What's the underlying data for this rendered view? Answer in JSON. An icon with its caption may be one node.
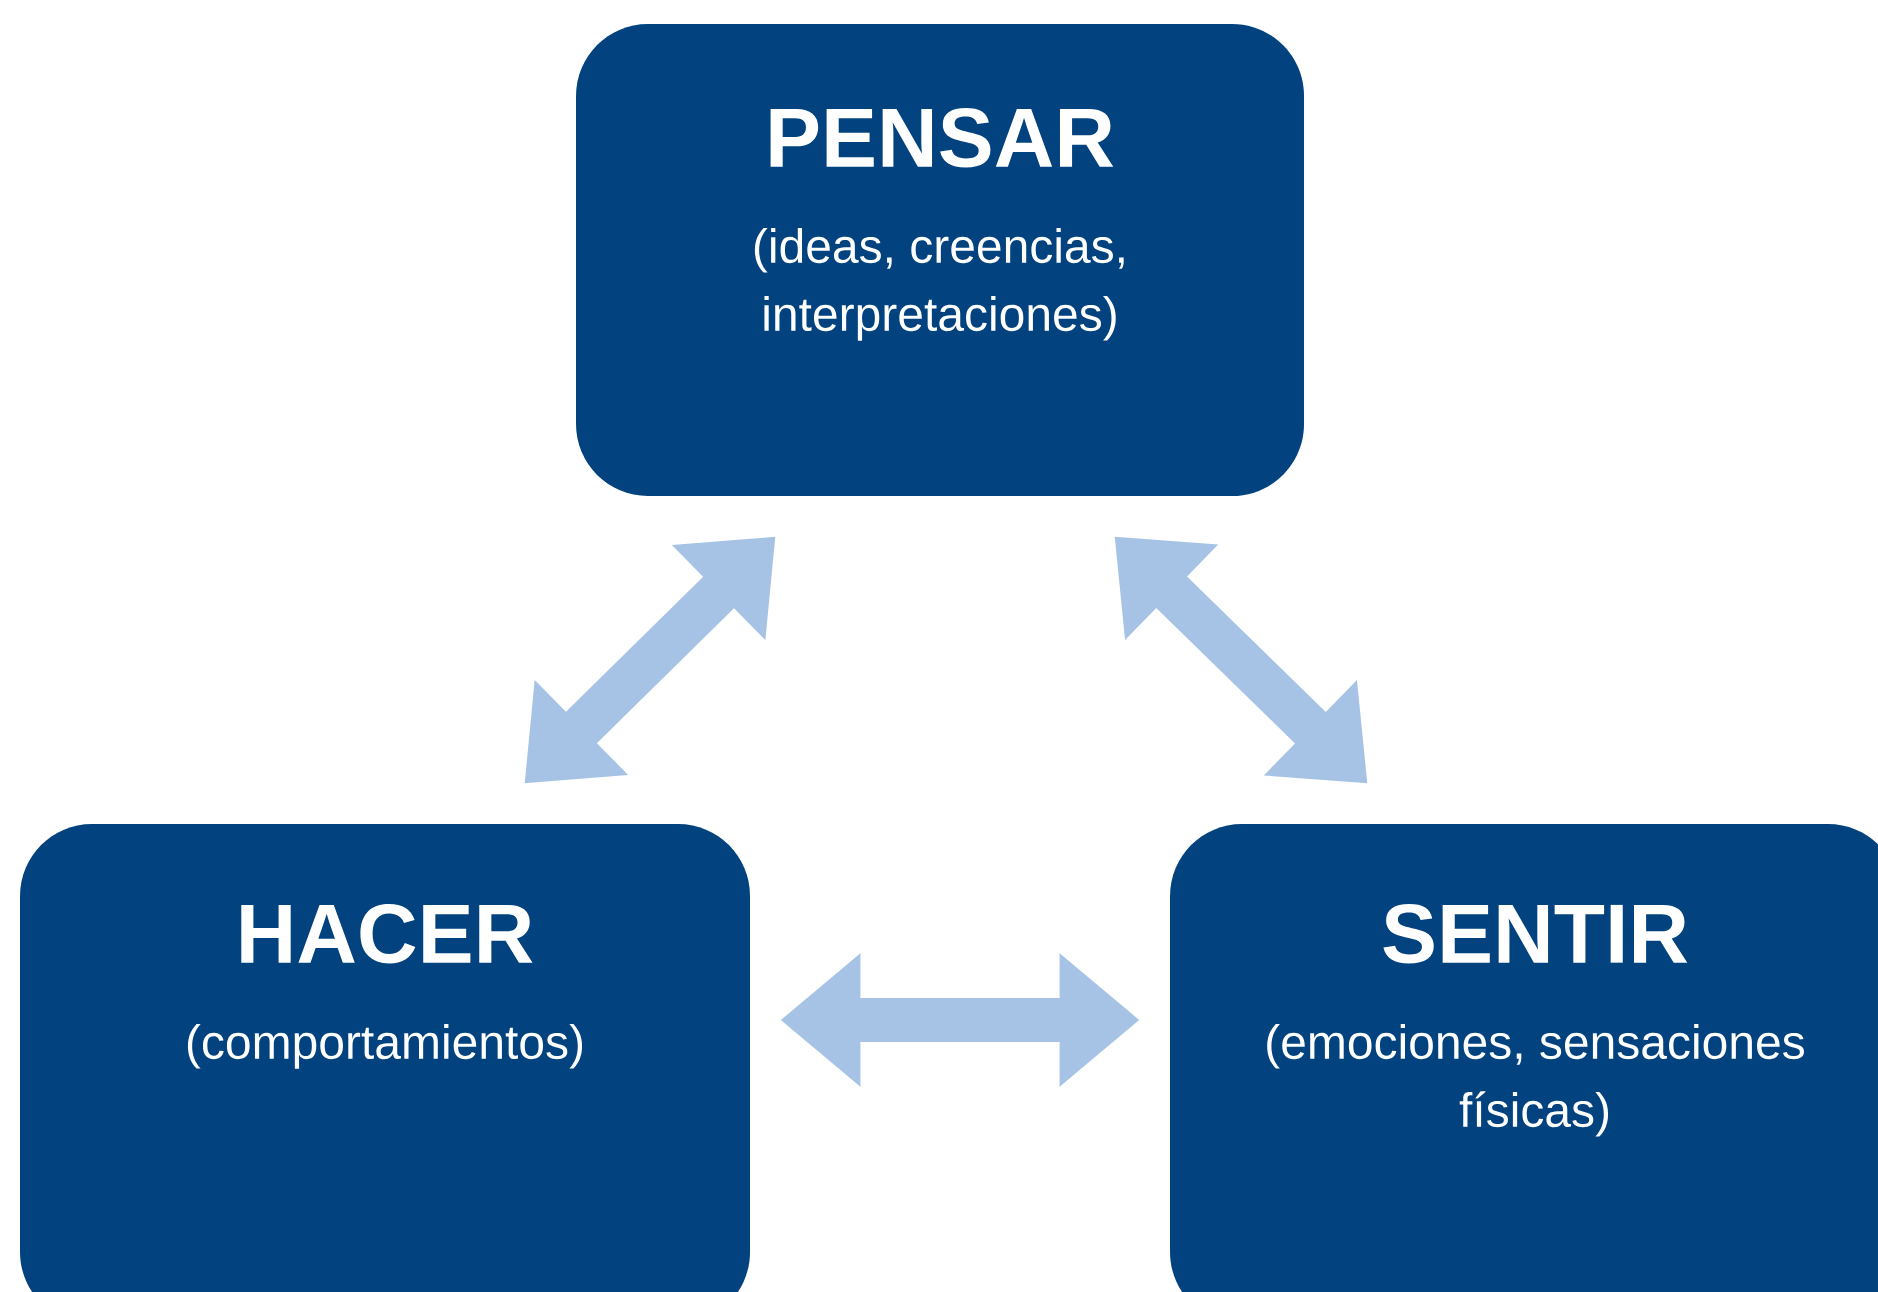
{
  "diagram": {
    "nodes": [
      {
        "text": [
          "PENSAR",
          "(ideas, creencias, interpretaciones)"
        ]
      },
      {
        "text": [
          "HACER",
          "(comportamientos)"
        ]
      },
      {
        "text": [
          "SENTIR",
          "(emociones, sensaciones físicas)"
        ]
      }
    ],
    "edges": [
      {
        "from": 0,
        "to": 1,
        "arrow": "both"
      },
      {
        "from": 0,
        "to": 2,
        "arrow": "both"
      },
      {
        "from": 1,
        "to": 2,
        "arrow": "both"
      }
    ]
  }
}
